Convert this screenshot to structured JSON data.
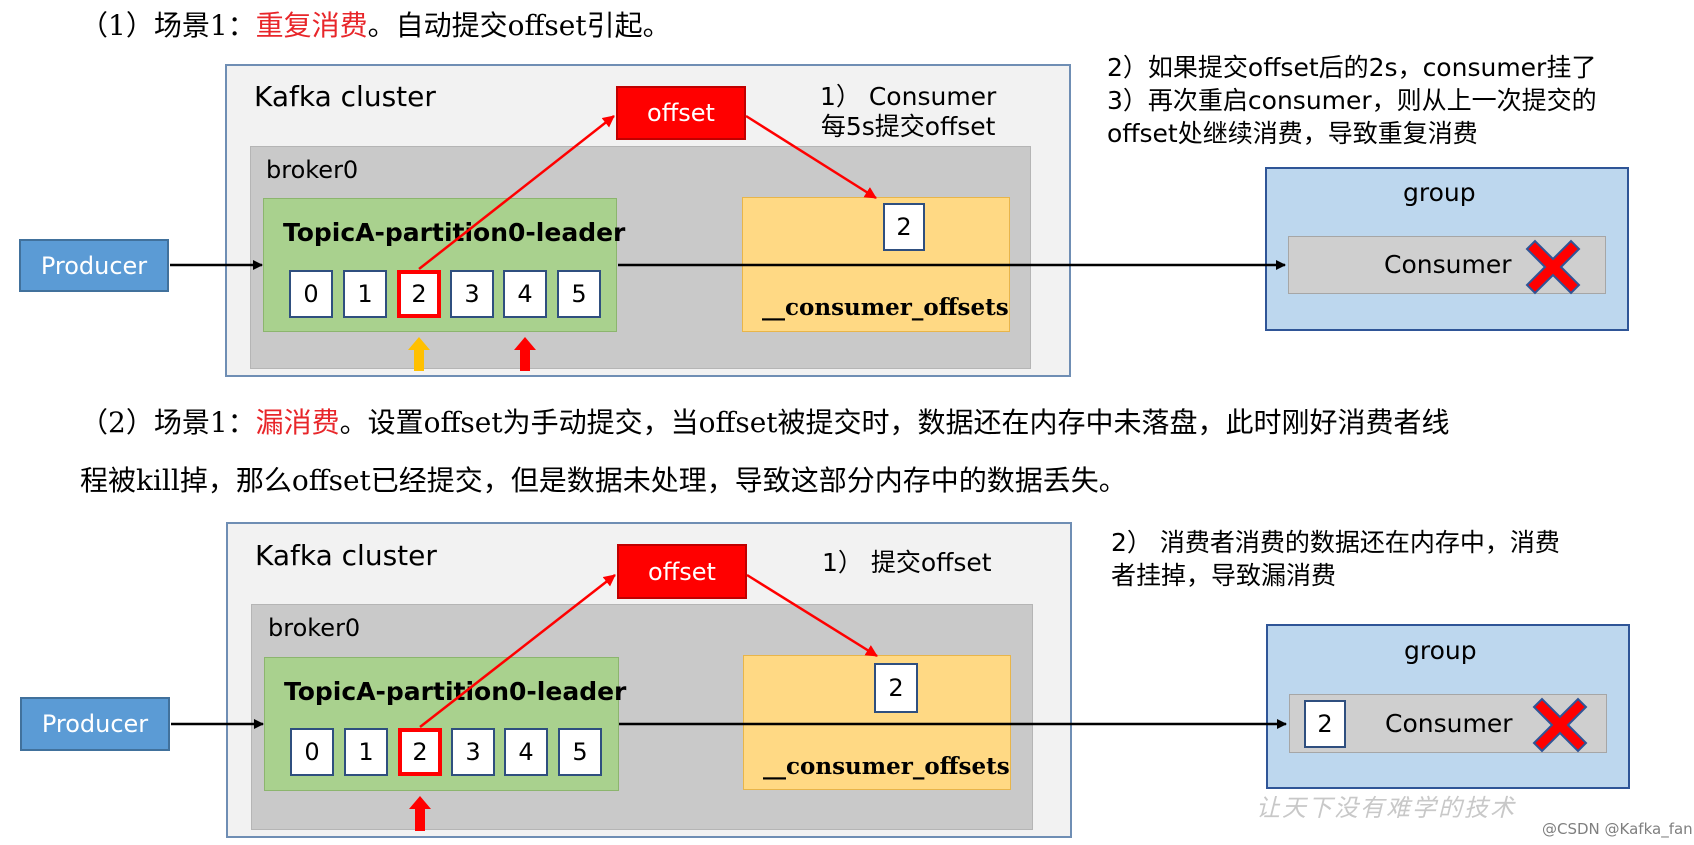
{
  "scenario1": {
    "heading_prefix": "（1）场景1：",
    "heading_highlight": "重复消费",
    "heading_suffix": "。自动提交offset引起。",
    "cluster_label": "Kafka cluster",
    "broker_label": "broker0",
    "partition_label": "TopicA-partition0-leader",
    "cells": [
      "0",
      "1",
      "2",
      "3",
      "4",
      "5"
    ],
    "offset_label": "offset",
    "offsets_topic_label": "__consumer_offsets",
    "offsets_value": "2",
    "step1_line1": "1） Consumer",
    "step1_line2": "每5s提交offset",
    "note_line1": "2）如果提交offset后的2s，consumer挂了",
    "note_line2": "3）再次重启consumer，则从上一次提交的",
    "note_line3": "offset处继续消费，导致重复消费",
    "producer_label": "Producer",
    "group_label": "group",
    "consumer_label": "Consumer"
  },
  "scenario2": {
    "heading_prefix": "（2）场景1：",
    "heading_highlight": "漏消费",
    "heading_line1_suffix": "。设置offset为手动提交，当offset被提交时，数据还在内存中未落盘，此时刚好消费者线",
    "heading_line2": "程被kill掉，那么offset已经提交，但是数据未处理，导致这部分内存中的数据丢失。",
    "cluster_label": "Kafka cluster",
    "broker_label": "broker0",
    "partition_label": "TopicA-partition0-leader",
    "cells": [
      "0",
      "1",
      "2",
      "3",
      "4",
      "5"
    ],
    "offset_label": "offset",
    "offsets_topic_label": "__consumer_offsets",
    "offsets_value": "2",
    "step1": "1） 提交offset",
    "note_line1": "2） 消费者消费的数据还在内存中，消费",
    "note_line2": "者挂掉，导致漏消费",
    "producer_label": "Producer",
    "group_label": "group",
    "consumer_value": "2",
    "consumer_label": "Consumer"
  },
  "watermark": "让天下没有难学的技术",
  "credit": "@CSDN @Kafka_fan"
}
